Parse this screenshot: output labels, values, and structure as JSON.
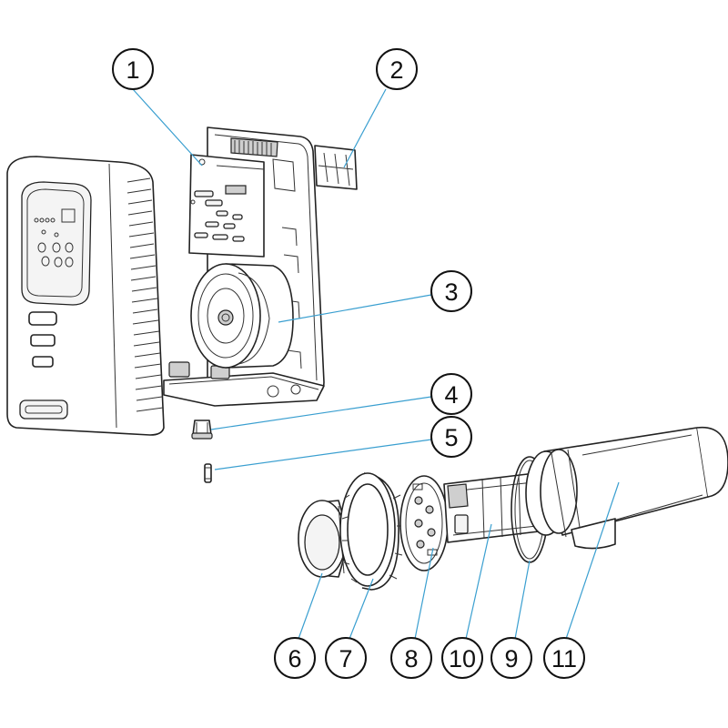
{
  "colors": {
    "leader_line": "#3a9fd0",
    "outline": "#222222",
    "callout_fill": "#ffffff"
  },
  "callouts": [
    {
      "label": "1"
    },
    {
      "label": "2"
    },
    {
      "label": "3"
    },
    {
      "label": "4"
    },
    {
      "label": "5"
    },
    {
      "label": "6"
    },
    {
      "label": "7"
    },
    {
      "label": "8"
    },
    {
      "label": "10"
    },
    {
      "label": "9"
    },
    {
      "label": "11"
    }
  ]
}
